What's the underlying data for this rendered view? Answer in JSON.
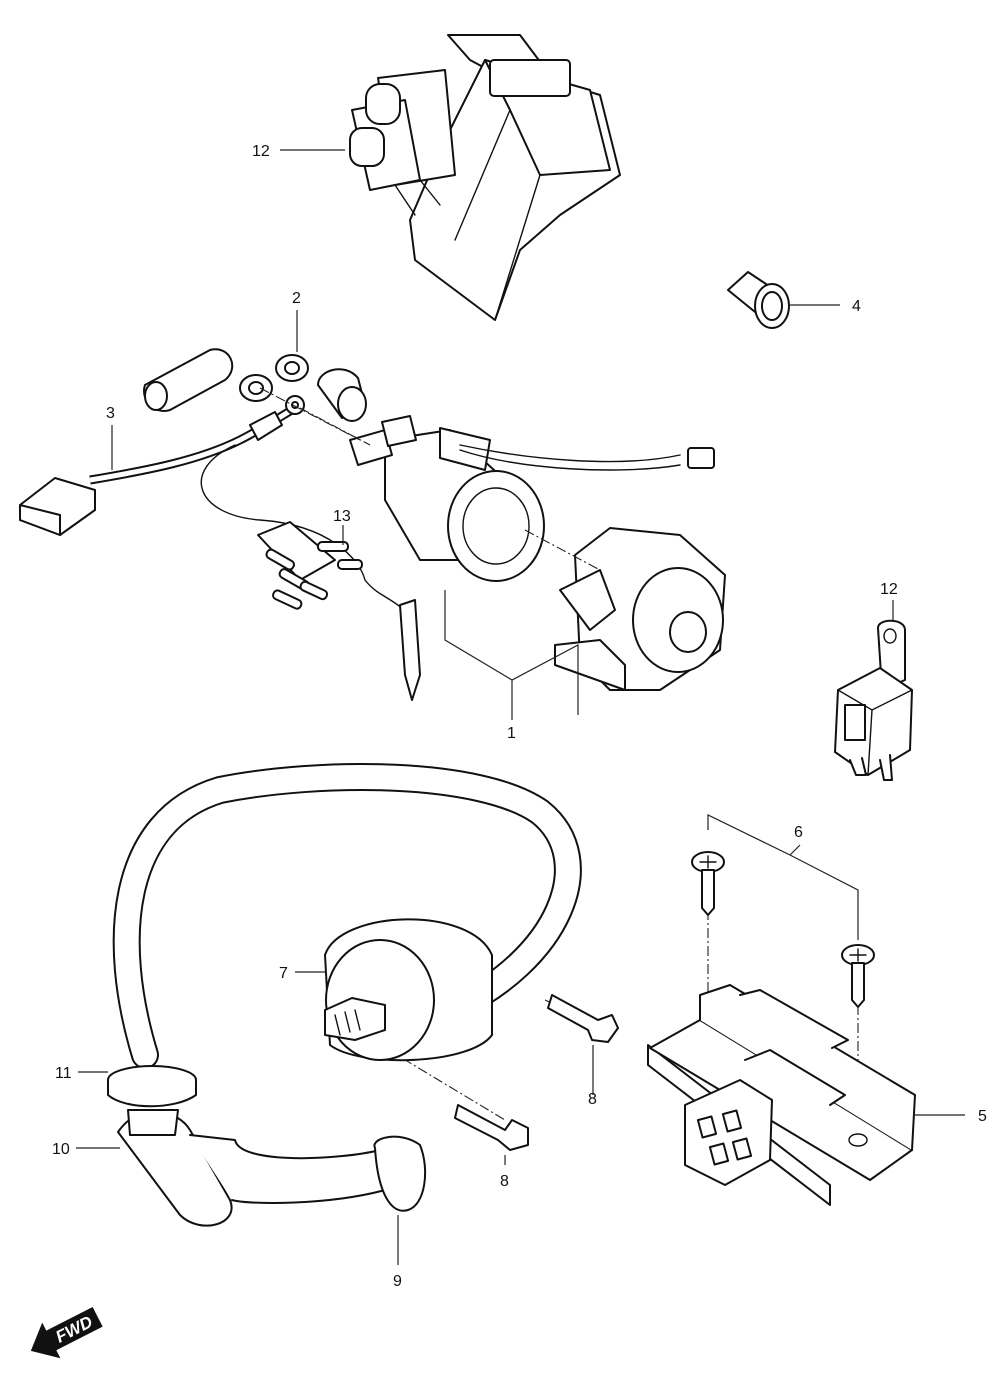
{
  "diagram": {
    "callouts": [
      {
        "id": "1",
        "text": "1"
      },
      {
        "id": "2",
        "text": "2"
      },
      {
        "id": "3",
        "text": "3"
      },
      {
        "id": "4",
        "text": "4"
      },
      {
        "id": "5",
        "text": "5"
      },
      {
        "id": "6",
        "text": "6"
      },
      {
        "id": "7",
        "text": "7"
      },
      {
        "id": "8a",
        "text": "8"
      },
      {
        "id": "8b",
        "text": "8"
      },
      {
        "id": "9",
        "text": "9"
      },
      {
        "id": "10",
        "text": "10"
      },
      {
        "id": "11",
        "text": "11"
      },
      {
        "id": "12",
        "text": "12"
      },
      {
        "id": "13",
        "text": "13"
      },
      {
        "id": "14",
        "text": "14"
      }
    ],
    "direction_marker": {
      "label": "FWD",
      "icon": "forward-arrow-icon"
    },
    "colors": {
      "line": "#111111",
      "background": "#ffffff",
      "marker_fill": "#111111"
    }
  }
}
